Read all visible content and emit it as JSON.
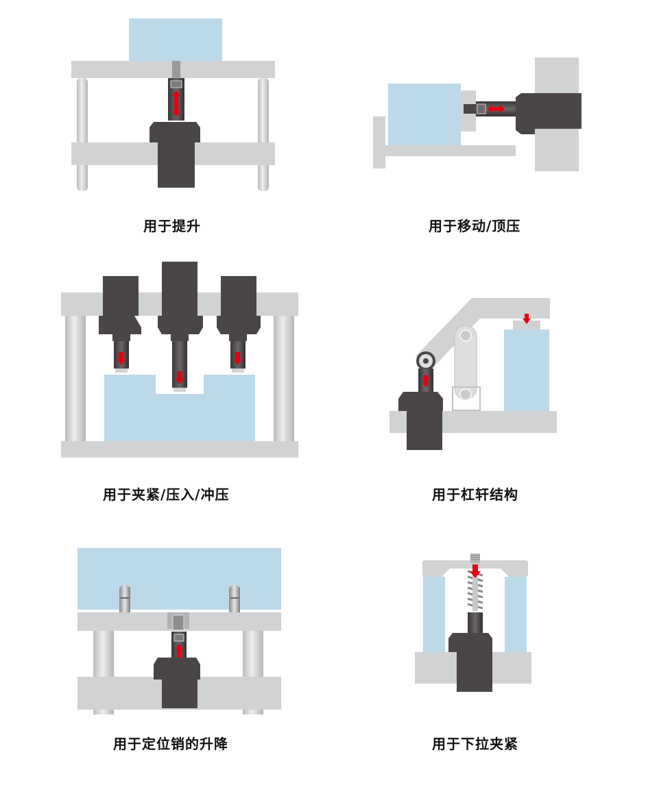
{
  "colors": {
    "frame": "#d0d2d3",
    "frame_dark": "#b4b6b8",
    "workpiece": "#bcd9ea",
    "cylinder": "#4a4647",
    "cylinder_edge": "#2e2b2c",
    "arrow": "#e60012"
  },
  "panels": [
    {
      "id": "lifting",
      "caption": "用于提升"
    },
    {
      "id": "moving-pushing",
      "caption": "用于移动/顶压"
    },
    {
      "id": "clamp-press-punch",
      "caption": "用于夹紧/压入/冲压"
    },
    {
      "id": "lever",
      "caption": "用于杠轩结构"
    },
    {
      "id": "pin-lifting",
      "caption": "用于定位销的升降"
    },
    {
      "id": "pull-down-clamp",
      "caption": "用于下拉夹紧"
    }
  ]
}
